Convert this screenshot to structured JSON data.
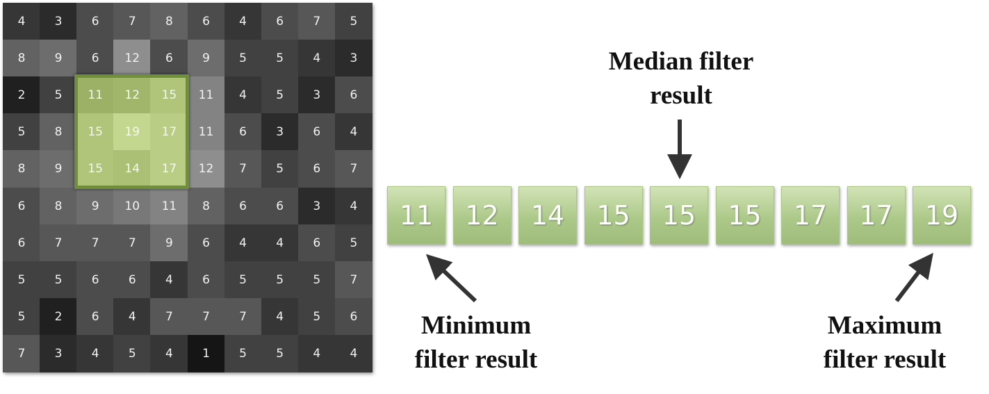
{
  "grid": {
    "rows": [
      [
        "4",
        "3",
        "6",
        "7",
        "8",
        "6",
        "4",
        "6",
        "7",
        "5"
      ],
      [
        "8",
        "9",
        "6",
        "12",
        "6",
        "9",
        "5",
        "5",
        "4",
        "3"
      ],
      [
        "2",
        "5",
        "11",
        "12",
        "15",
        "11",
        "4",
        "5",
        "3",
        "6"
      ],
      [
        "5",
        "8",
        "15",
        "19",
        "17",
        "11",
        "6",
        "3",
        "6",
        "4"
      ],
      [
        "8",
        "9",
        "15",
        "14",
        "17",
        "12",
        "7",
        "5",
        "6",
        "7"
      ],
      [
        "6",
        "8",
        "9",
        "10",
        "11",
        "8",
        "6",
        "6",
        "3",
        "4"
      ],
      [
        "6",
        "7",
        "7",
        "7",
        "9",
        "6",
        "4",
        "4",
        "6",
        "5"
      ],
      [
        "5",
        "5",
        "6",
        "6",
        "4",
        "6",
        "5",
        "5",
        "5",
        "7"
      ],
      [
        "5",
        "2",
        "6",
        "4",
        "7",
        "7",
        "7",
        "4",
        "5",
        "6"
      ],
      [
        "7",
        "3",
        "4",
        "5",
        "4",
        "1",
        "5",
        "5",
        "4",
        "4"
      ]
    ],
    "window": {
      "row_start": 2,
      "col_start": 2,
      "size": 3
    },
    "window_color": "#8cb04f"
  },
  "sorted_values": [
    "11",
    "12",
    "14",
    "15",
    "15",
    "15",
    "17",
    "17",
    "19"
  ],
  "labels": {
    "median": [
      "Median filter",
      "result"
    ],
    "minimum": [
      "Minimum",
      "filter result"
    ],
    "maximum": [
      "Maximum",
      "filter result"
    ]
  },
  "colors": {
    "accent_green": "#a9c684",
    "frame_green": "#6f8f3a",
    "arrow": "#333333"
  }
}
